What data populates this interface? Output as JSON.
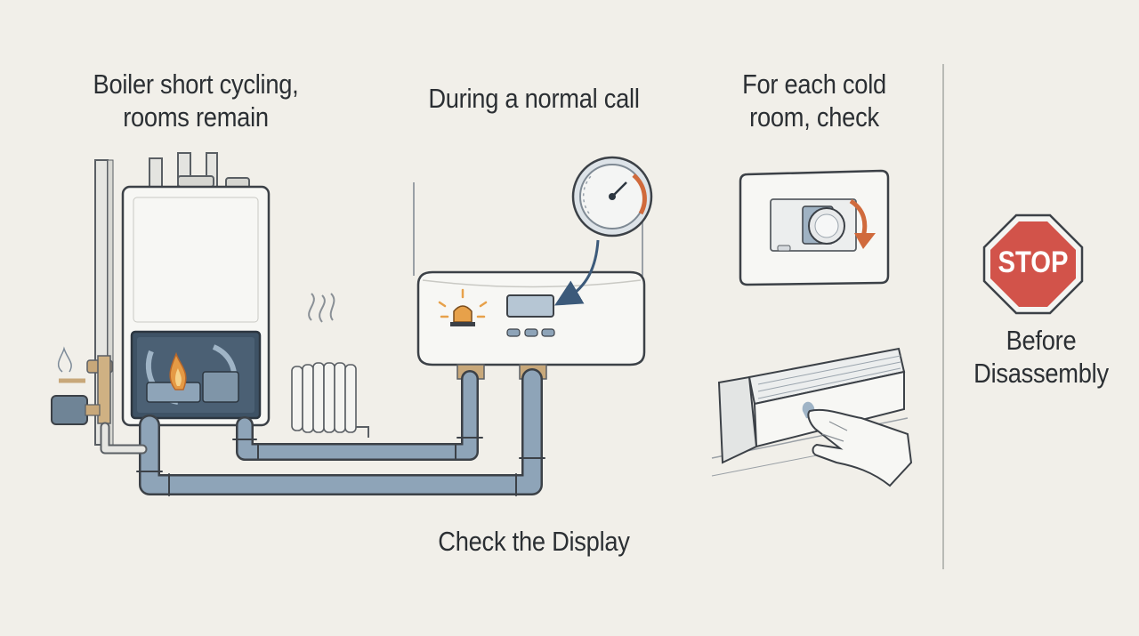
{
  "captions": {
    "boiler_line1": "Boiler short cycling,",
    "boiler_line2": "rooms remain",
    "normal_call": "During a normal call",
    "cold_room_line1": "For each cold",
    "cold_room_line2": "room, check",
    "check_display": "Check the Display",
    "before_line1": "Before",
    "before_line2": "Disassembly"
  },
  "stop_sign": {
    "text": "STOP",
    "color": "#d2534a"
  },
  "colors": {
    "background": "#f1efe9",
    "pipe": "#8ea4b8",
    "flame": "#e59a45",
    "alert_orange": "#e7a14a",
    "arrow_orange": "#d06a3c",
    "outline": "#3c4147"
  },
  "icons": [
    "boiler-icon",
    "radiator-icon",
    "control-panel-icon",
    "pressure-gauge-icon",
    "thermostat-icon",
    "baseboard-heater-icon",
    "hand-icon",
    "stop-sign-icon"
  ]
}
